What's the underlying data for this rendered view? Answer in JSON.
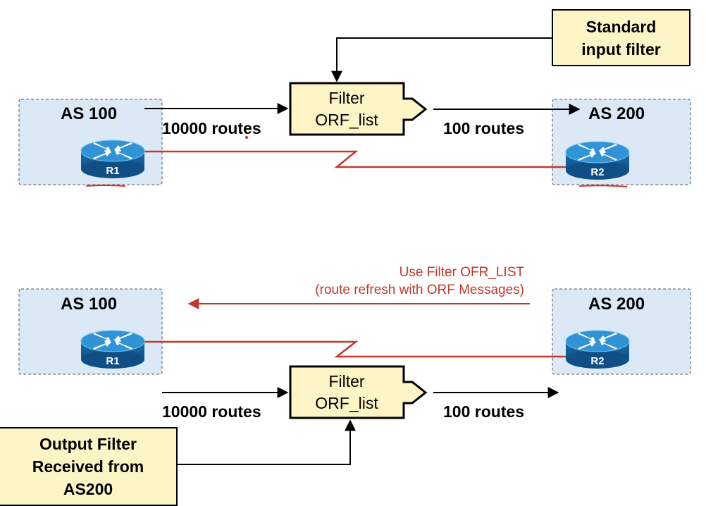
{
  "top": {
    "as_left": "AS 100",
    "as_right": "AS 200",
    "routes_in": "10000 routes",
    "routes_out": "100 routes",
    "filter": {
      "line1": "Filter",
      "line2": "ORF_list"
    },
    "note": {
      "line1": "Standard",
      "line2": "input filter"
    },
    "router_left": "R1",
    "router_right": "R2"
  },
  "bottom": {
    "as_left": "AS 100",
    "as_right": "AS 200",
    "routes_in": "10000 routes",
    "routes_out": "100 routes",
    "filter": {
      "line1": "Filter",
      "line2": "ORF_list"
    },
    "note": {
      "line1": "Output Filter",
      "line2": "Received from",
      "line3": "AS200"
    },
    "message": {
      "line1": "Use Filter OFR_LIST",
      "line2": "(route refresh with ORF Messages)"
    },
    "router_left": "R1",
    "router_right": "R2"
  },
  "colors": {
    "as_fill": "#dbe9f6",
    "note_fill": "#fdf5c5",
    "link": "#c0392b",
    "router": "#1e7fc3"
  },
  "icons": [
    "router-icon",
    "arrow-icon",
    "filter-notch-icon"
  ]
}
